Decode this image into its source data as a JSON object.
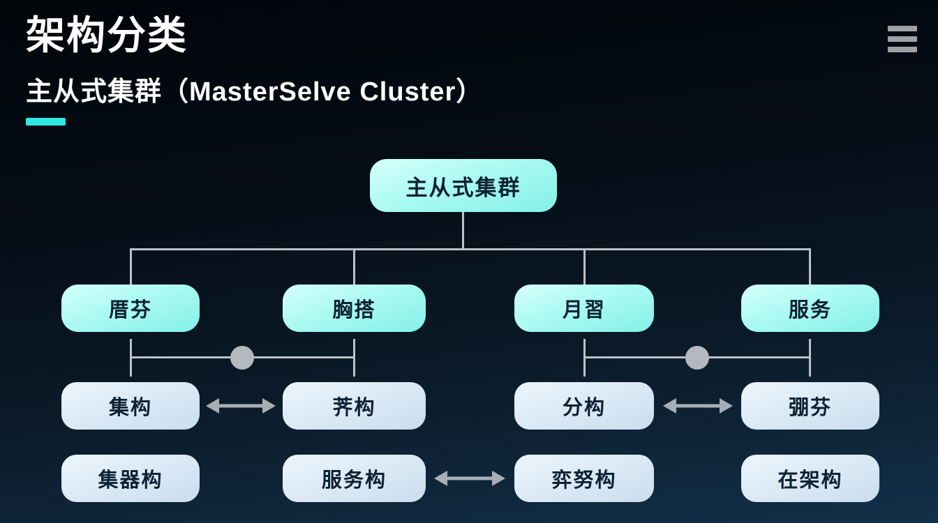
{
  "slide": {
    "title": "架构分类",
    "subtitle": "主从式集群（MasterSelve Cluster）"
  },
  "menu": {
    "icon": "hamburger-menu"
  },
  "colors": {
    "accent": "#2fe9e4",
    "node_primary_top": "#d6fffb",
    "node_primary_bottom": "#84f0e8",
    "node_secondary": "#d9e8f4",
    "node_text": "#0c2233",
    "connector": "#bcc2c9",
    "arrow": "#a7aeb5",
    "background_top": "#01050a",
    "background_bottom": "#123049"
  },
  "diagram": {
    "type": "tree",
    "root": {
      "label": "主从式集群"
    },
    "level2": [
      {
        "label": "厝芬"
      },
      {
        "label": "胸搭"
      },
      {
        "label": "月習"
      },
      {
        "label": "服务"
      }
    ],
    "level3": [
      {
        "label": "集构"
      },
      {
        "label": "荠构"
      },
      {
        "label": "分构"
      },
      {
        "label": "弸芬"
      }
    ],
    "level4": [
      {
        "label": "集器构"
      },
      {
        "label": "服务构"
      },
      {
        "label": "弈努构"
      },
      {
        "label": "在架构"
      }
    ],
    "relations": [
      "root connects to all four level2 nodes",
      "level2 pair 1-2 joined by line with dot, pair 3-4 joined by line with dot",
      "level3: node1 <-> node2 double arrow, node3 <-> node4 double arrow",
      "level4: node2 <-> node3 double arrow"
    ]
  }
}
